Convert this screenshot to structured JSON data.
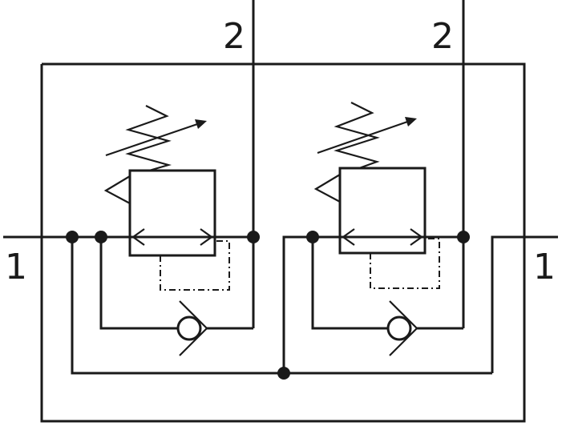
{
  "ports": {
    "outlet_left": "2",
    "outlet_right": "2",
    "inlet_left": "1",
    "inlet_right": "1"
  },
  "colors": {
    "line": "#1a1a1a",
    "background": "#ffffff"
  }
}
